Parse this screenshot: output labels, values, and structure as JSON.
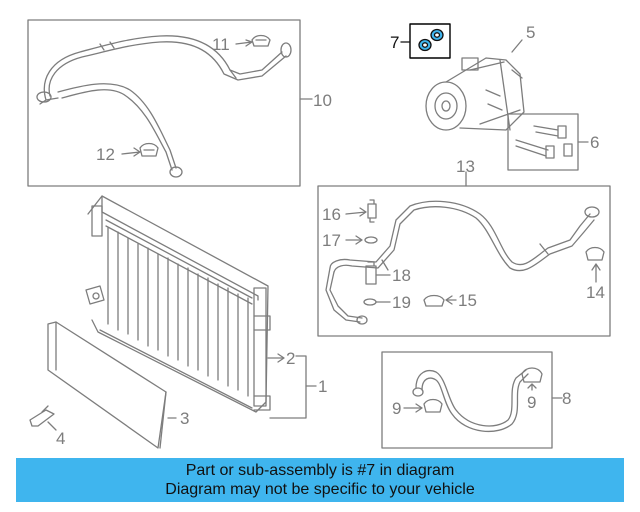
{
  "callouts": {
    "c1": "1",
    "c2": "2",
    "c3": "3",
    "c4": "4",
    "c5": "5",
    "c6": "6",
    "c7": "7",
    "c8": "8",
    "c9a": "9",
    "c9b": "9",
    "c10": "10",
    "c11": "11",
    "c12": "12",
    "c13": "13",
    "c14": "14",
    "c15": "15",
    "c16": "16",
    "c17": "17",
    "c18": "18",
    "c19": "19"
  },
  "highlighted_part": "7",
  "banner": {
    "line1": "Part or sub-assembly is #7 in diagram",
    "line2": "Diagram may not be specific to your vehicle"
  },
  "colors": {
    "line_art": "#7d7d7d",
    "highlight_fill": "#3fb5ee",
    "banner_bg": "#3fb5ee",
    "banner_text": "#111111"
  }
}
